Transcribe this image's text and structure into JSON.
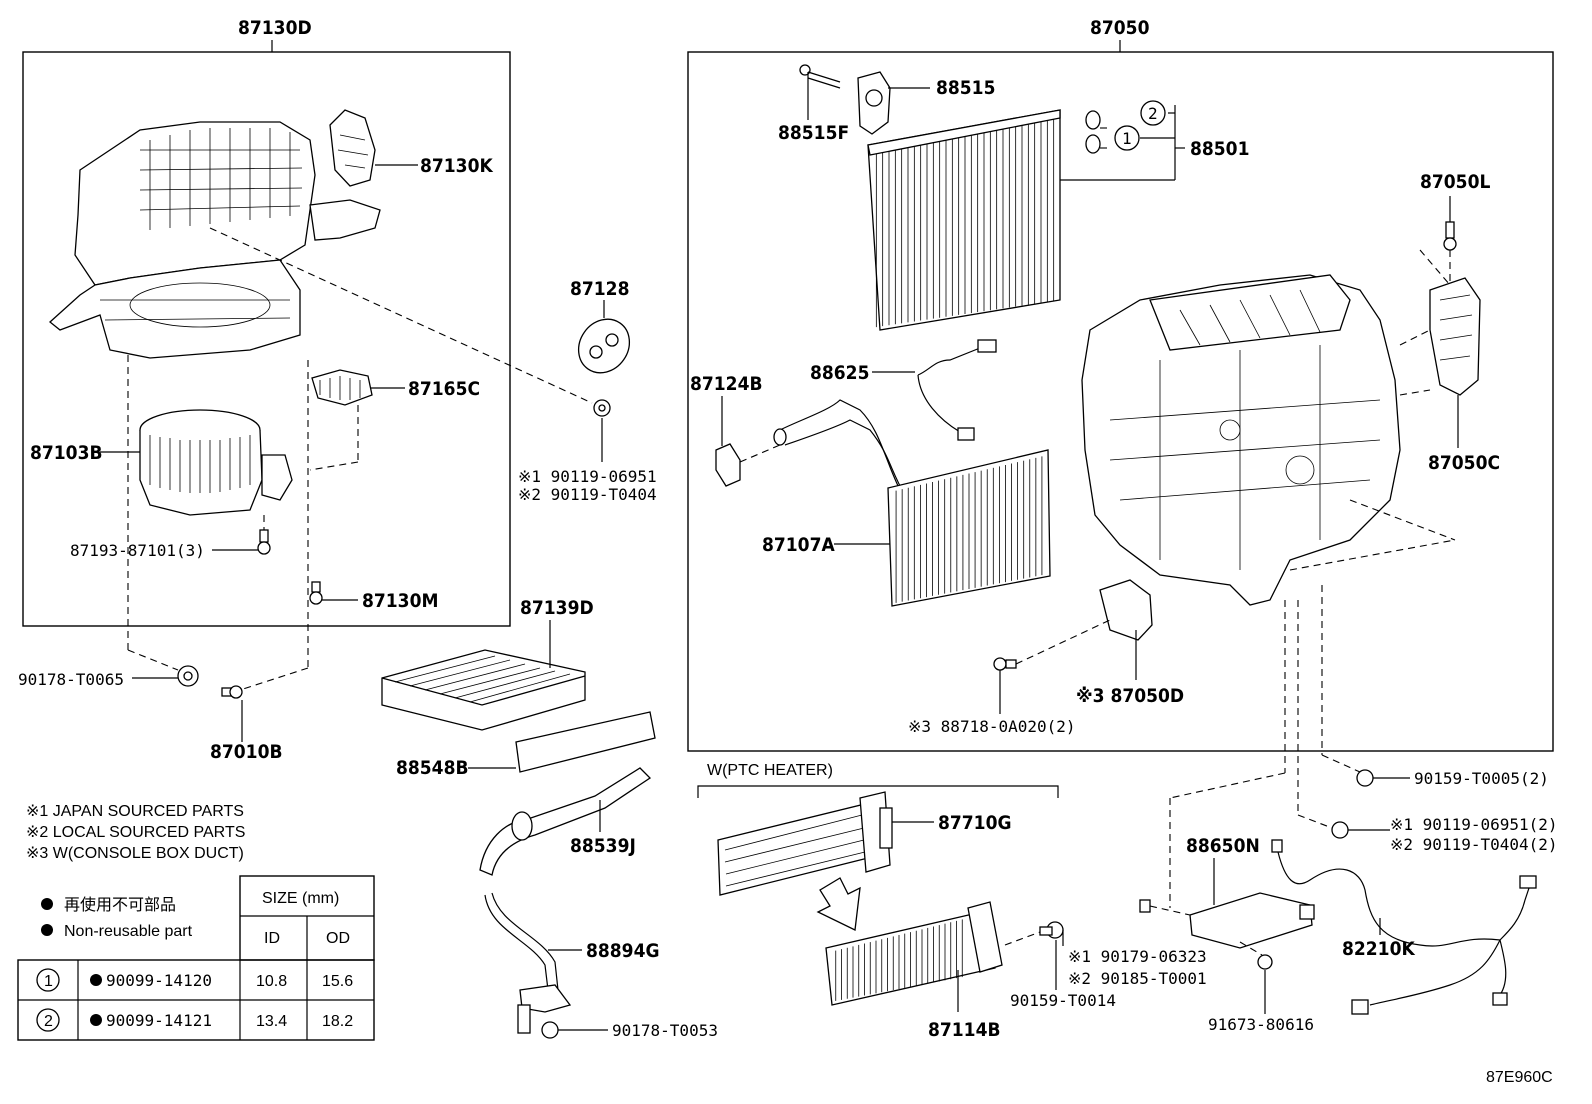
{
  "groups": {
    "blower": "87130D",
    "hvac": "87050",
    "ptc": "W(PTC HEATER)"
  },
  "labels": {
    "p87130K": "87130K",
    "p87128": "87128",
    "p87165C": "87165C",
    "p87103B": "87103B",
    "p87193": "87193-87101(3)",
    "p87130M": "87130M",
    "p90119a": "※1 90119-06951",
    "p90119b": "※2 90119-T0404",
    "p90178a": "90178-T0065",
    "p87010B": "87010B",
    "p87139D": "87139D",
    "p88548B": "88548B",
    "p88539J": "88539J",
    "p88894G": "88894G",
    "p90178b": "90178-T0053",
    "p88515": "88515",
    "p88515F": "88515F",
    "p88501": "88501",
    "p87050L": "87050L",
    "p88625": "88625",
    "p87124B": "87124B",
    "p87050C": "87050C",
    "p87107A": "87107A",
    "p87050D": "※3 87050D",
    "p88718": "※3 88718-0A020(2)",
    "p90159a": "90159-T0005(2)",
    "p90119c": "※1 90119-06951(2)",
    "p90119d": "※2 90119-T0404(2)",
    "p87710G": "87710G",
    "p88650N": "88650N",
    "p90179": "※1 90179-06323",
    "p90185": "※2 90185-T0001",
    "p90159b": "90159-T0014",
    "p82210K": "82210K",
    "p87114B": "87114B",
    "p91673": "91673-80616",
    "ring1": "1",
    "ring2": "2",
    "ref": "87E960C"
  },
  "notes": [
    "※1 JAPAN SOURCED PARTS",
    "※2 LOCAL SOURCED PARTS",
    "※3 W(CONSOLE BOX DUCT)"
  ],
  "legend": {
    "jp": "再使用不可部品",
    "en": "Non-reusable part",
    "size_header": "SIZE (mm)",
    "col_id": "ID",
    "col_od": "OD",
    "rows": [
      {
        "mark": "1",
        "part": "90099-14120",
        "id": "10.8",
        "od": "15.6"
      },
      {
        "mark": "2",
        "part": "90099-14121",
        "id": "13.4",
        "od": "18.2"
      }
    ]
  }
}
